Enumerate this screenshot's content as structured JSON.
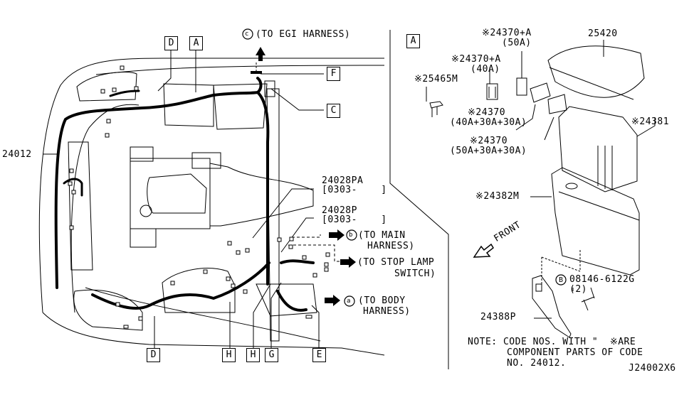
{
  "diagram": {
    "title_code": "J24002X6",
    "main_harness_part": "24012",
    "callout_boxes": {
      "D_top": "D",
      "A_top": "A",
      "F": "F",
      "C": "C",
      "D_bottom": "D",
      "H1": "H",
      "H2": "H",
      "G": "G",
      "E": "E",
      "A_detail": "A"
    },
    "connections": {
      "egi": {
        "marker": "c",
        "text": "(TO EGI HARNESS)"
      },
      "main": {
        "marker": "b",
        "line1": "(TO MAIN",
        "line2": "HARNESS)"
      },
      "stop_lamp": {
        "line1": "(TO STOP LAMP",
        "line2": "SWITCH)"
      },
      "body": {
        "marker": "a",
        "line1": "(TO BODY",
        "line2": "HARNESS)"
      }
    },
    "parts_left": [
      {
        "code": "24028PA",
        "range": "[0303-    ]"
      },
      {
        "code": "24028P",
        "range": "[0303-    ]"
      }
    ],
    "parts_detail": [
      {
        "code": "※24370+A",
        "rating": "(50A)"
      },
      {
        "code": "※24370+A",
        "rating": "(40A)"
      },
      {
        "code": "※25465M"
      },
      {
        "code": "※24370",
        "rating": "(40A+30A+30A)"
      },
      {
        "code": "※24370",
        "rating": "(50A+30A+30A)"
      },
      {
        "code": "25420"
      },
      {
        "code": "※24381"
      },
      {
        "code": "※24382M"
      },
      {
        "code": "08146-6122G",
        "marker": "B",
        "qty": "(2)"
      },
      {
        "code": "24388P"
      }
    ],
    "front_label": "FRONT",
    "note": {
      "line1": "NOTE: CODE NOS. WITH \"  ※ARE",
      "line2": "COMPONENT PARTS OF CODE",
      "line3": "NO. 24012."
    }
  }
}
